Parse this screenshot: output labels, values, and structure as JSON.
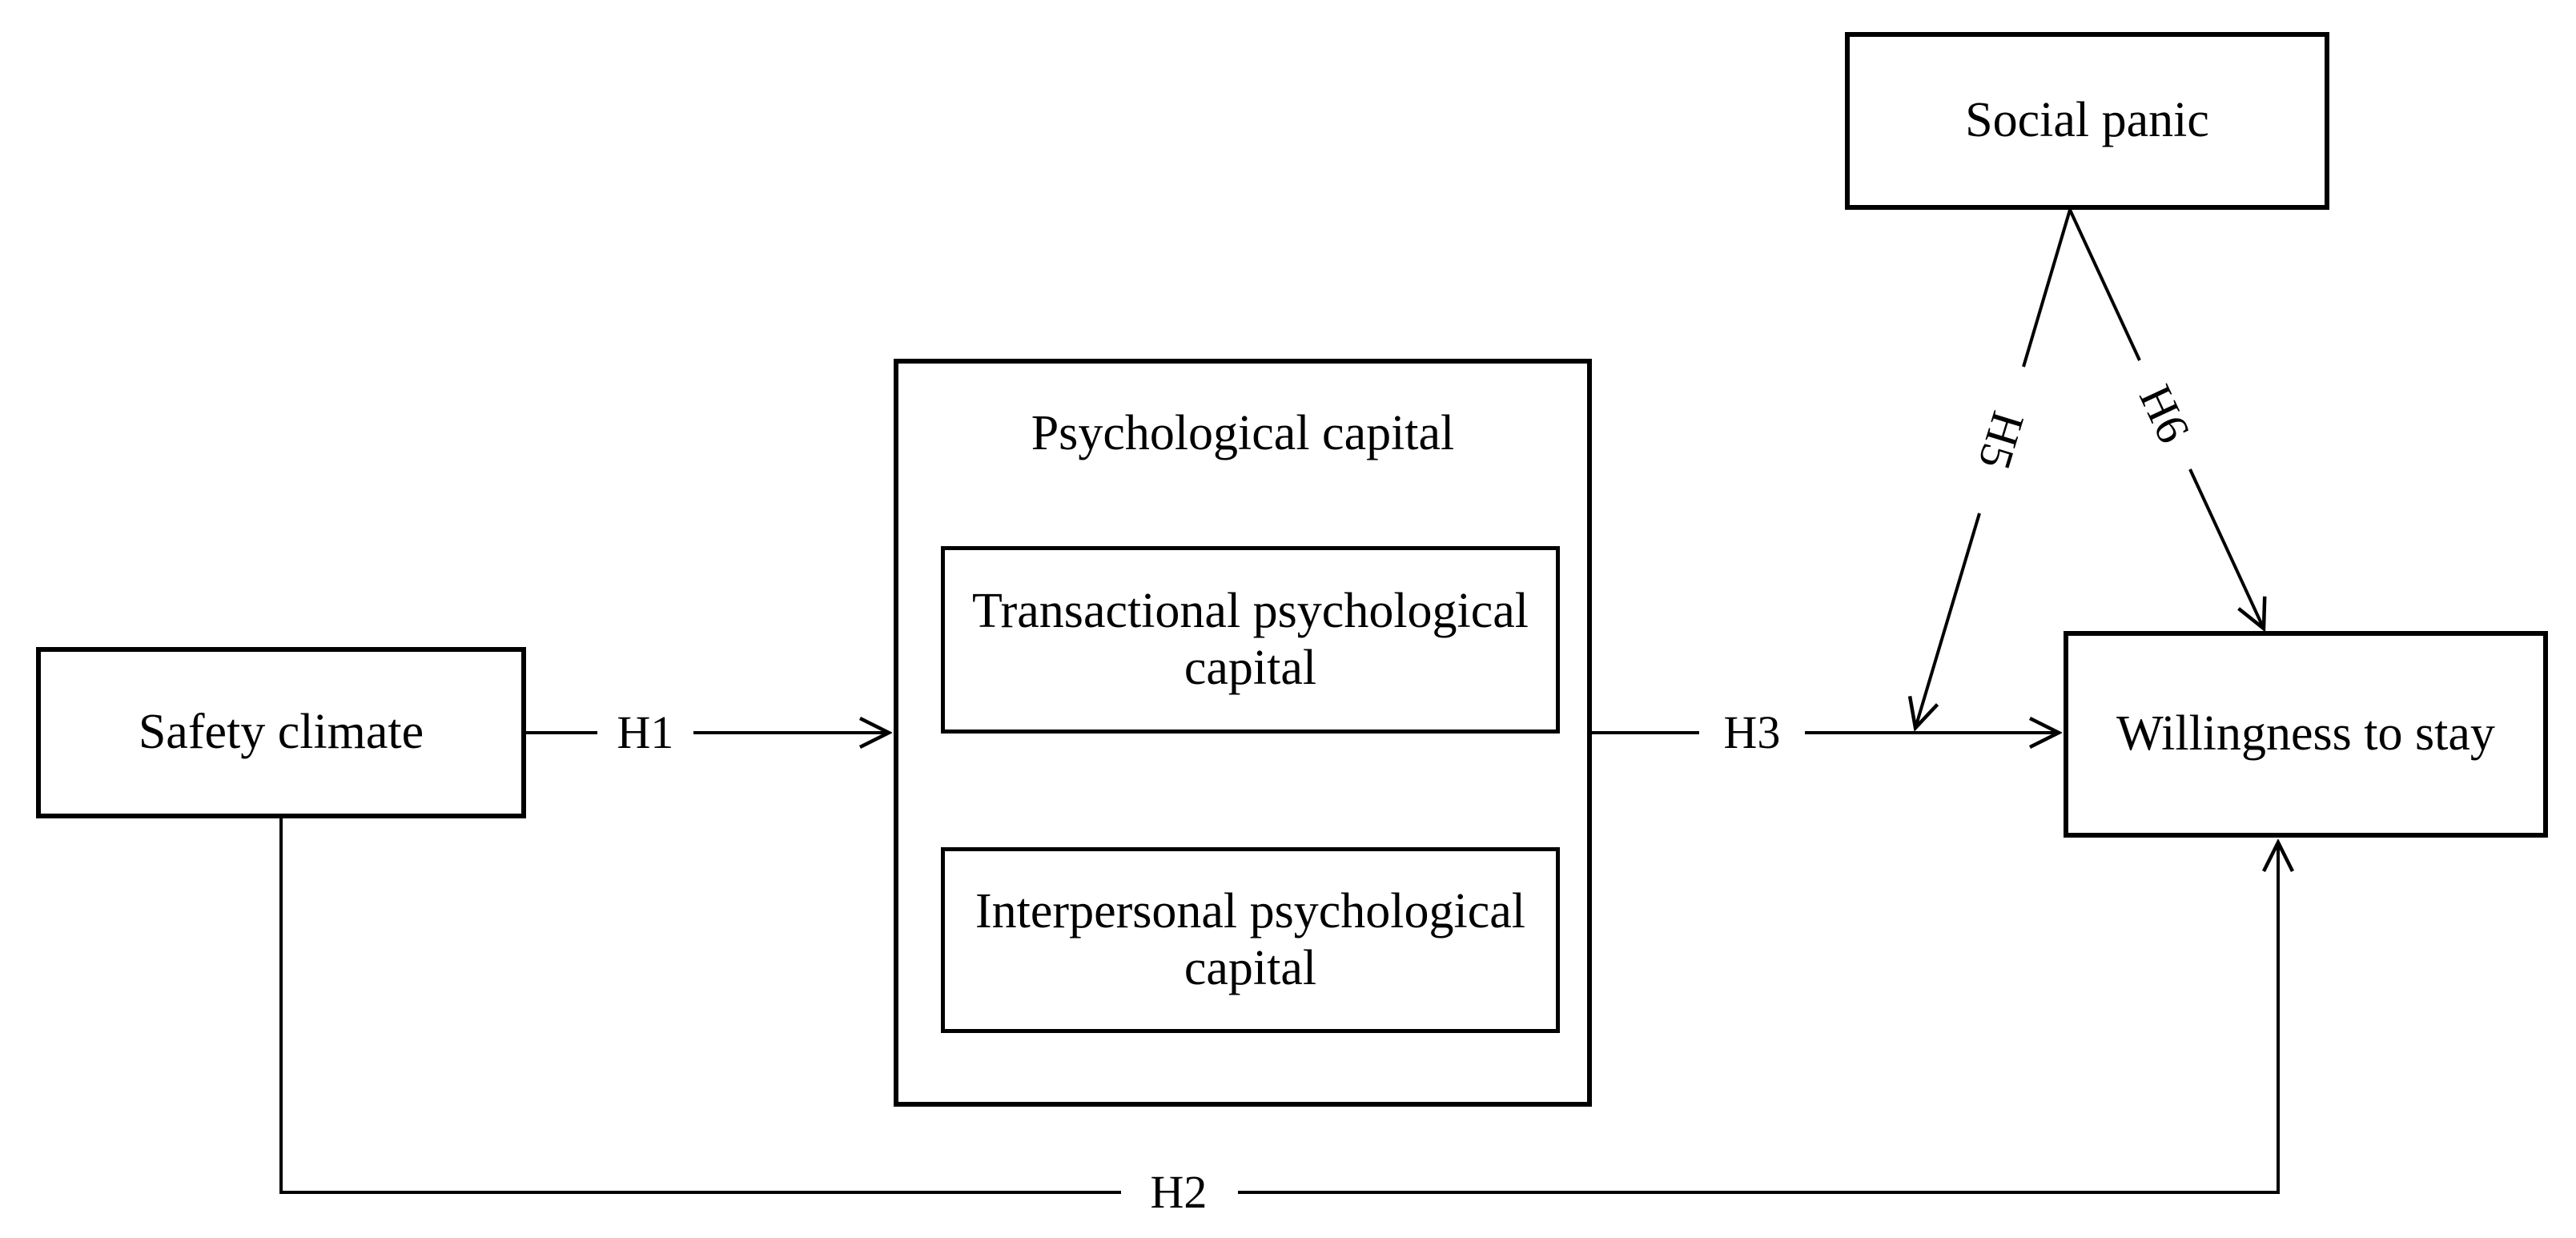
{
  "colors": {
    "background": "#ffffff",
    "line": "#000000",
    "text": "#000000"
  },
  "nodes": {
    "safety_climate": {
      "label": "Safety climate"
    },
    "psychological_capital": {
      "label": "Psychological capital"
    },
    "transactional": {
      "lines": [
        "Transactional psychological",
        "capital"
      ]
    },
    "interpersonal": {
      "lines": [
        "Interpersonal psychological",
        "capital"
      ]
    },
    "social_panic": {
      "label": "Social panic"
    },
    "willingness_to_stay": {
      "label": "Willingness to stay"
    }
  },
  "hypotheses": {
    "h1": "H1",
    "h2": "H2",
    "h3": "H3",
    "h5": "H5",
    "h6": "H6"
  }
}
